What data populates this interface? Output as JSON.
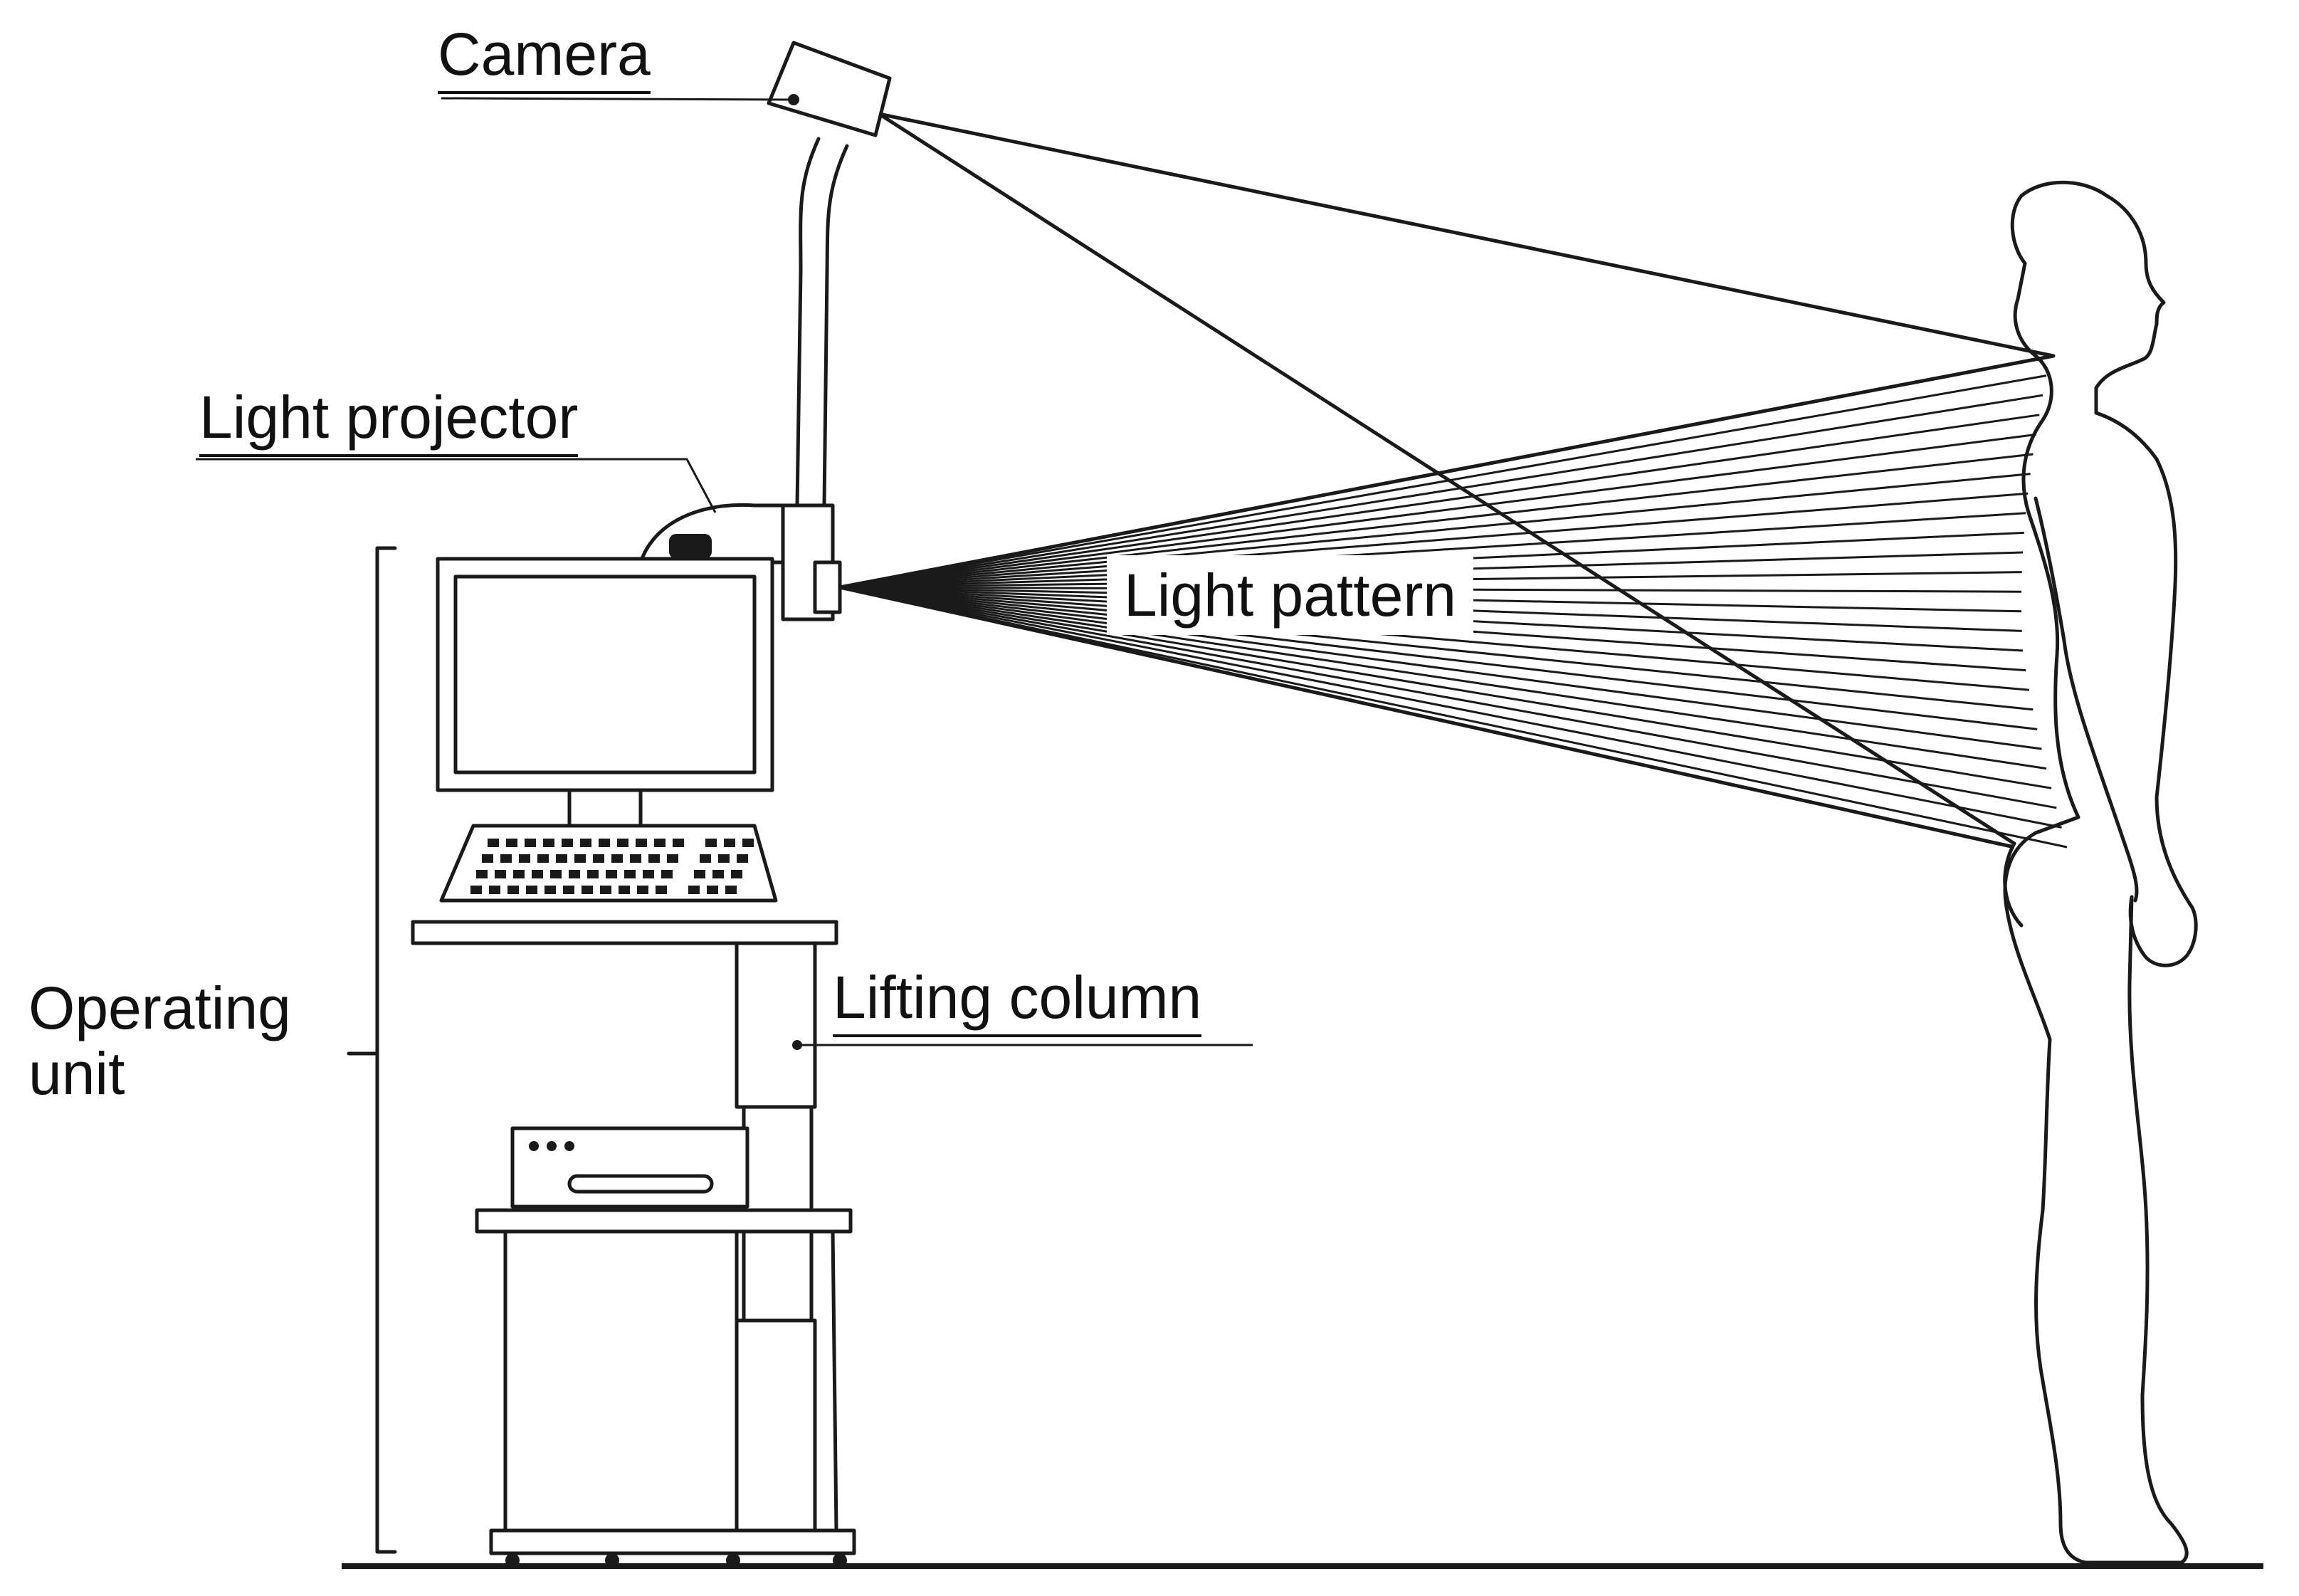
{
  "labels": {
    "camera": "Camera",
    "light_projector": "Light projector",
    "light_pattern": "Light pattern",
    "lifting_column": "Lifting column",
    "operating_unit_line1": "Operating",
    "operating_unit_line2": "unit"
  },
  "colors": {
    "ink": "#1a1a1a",
    "background": "#ffffff"
  }
}
